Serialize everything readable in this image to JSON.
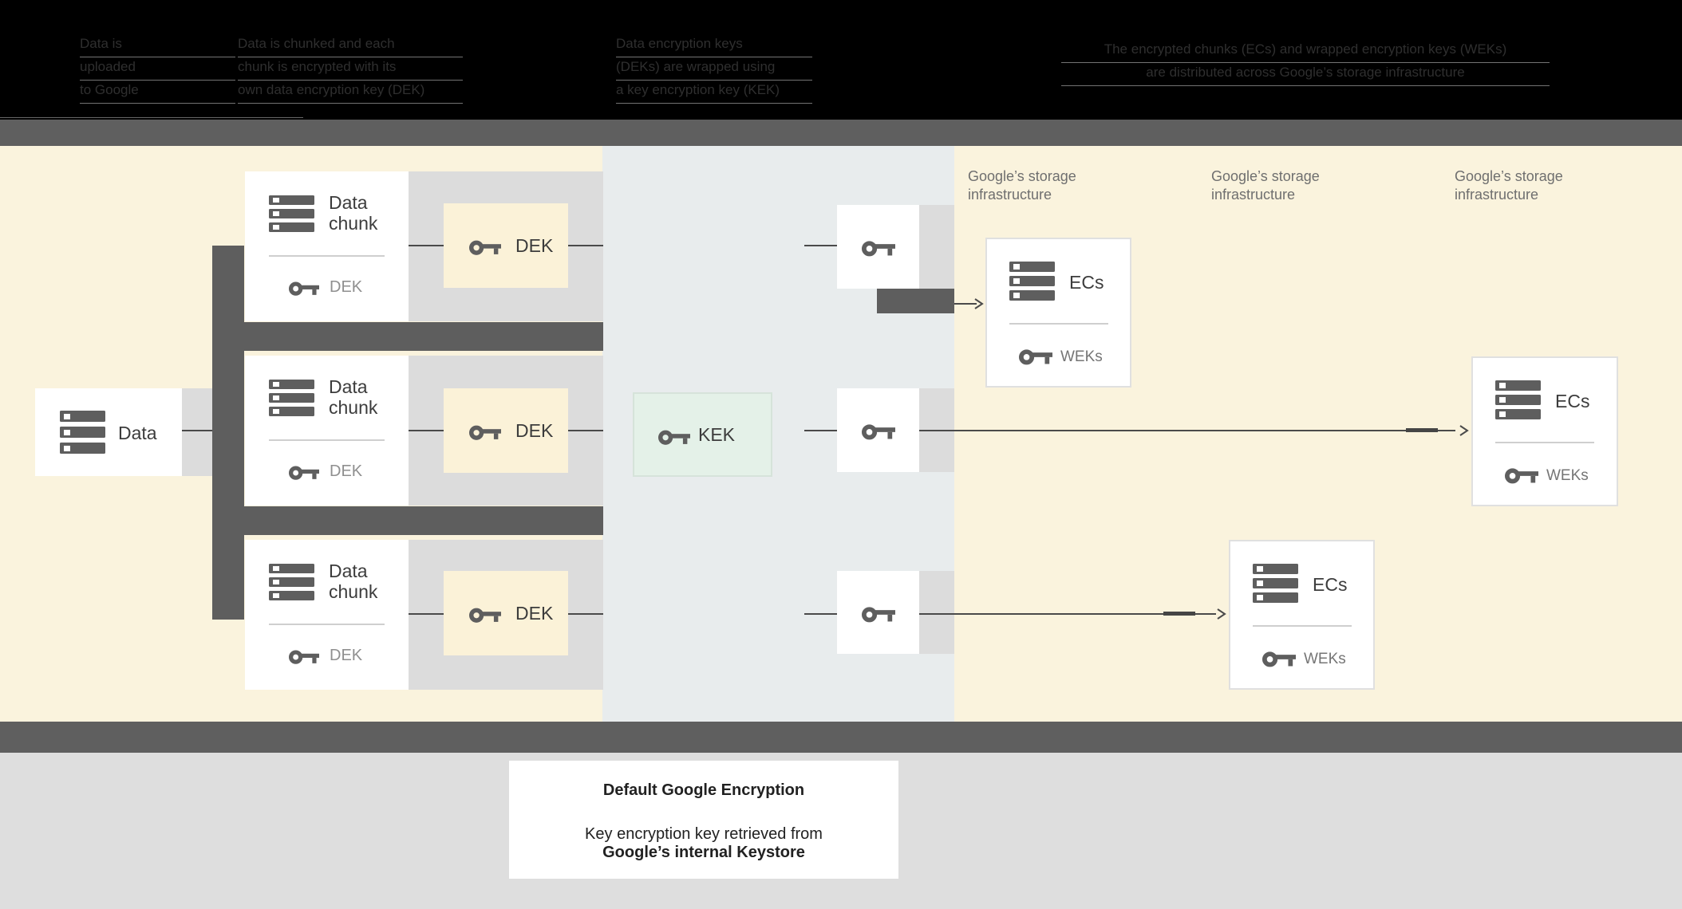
{
  "header": {
    "steps": [
      {
        "lines": [
          "Data is",
          "uploaded",
          "to Google"
        ]
      },
      {
        "lines": [
          "Data is chunked and each",
          "chunk is encrypted with its",
          "own data encryption key (DEK)"
        ]
      },
      {
        "lines": [
          "Data encryption keys",
          "(DEKs) are wrapped using",
          "a key encryption key (KEK)"
        ]
      },
      {
        "lines": [
          "The encrypted chunks (ECs) and wrapped encryption keys (WEKs)",
          "are distributed across Google’s storage infrastructure"
        ]
      }
    ]
  },
  "diagram": {
    "data_box_label": "Data",
    "chunk": {
      "title_line1": "Data",
      "title_line2": "chunk",
      "key_label": "DEK"
    },
    "dek_label": "DEK",
    "kek_label": "KEK",
    "storage_label_line1": "Google’s storage",
    "storage_label_line2": "infrastructure",
    "ecs": {
      "label": "ECs",
      "key_label": "WEKs"
    }
  },
  "caption": {
    "title": "Default Google Encryption",
    "line1": "Key encryption key retrieved from",
    "line2": "Google’s internal Keystore"
  },
  "colors": {
    "cream_background": "#faf3dd",
    "kek_zone_band": "#e8eced",
    "row_band_gray": "#dcdcdc",
    "dark_gray_bars": "#5e5e5e",
    "dek_box_fill": "#fbf2d8",
    "kek_box_fill": "#e4f1e8",
    "icon_gray": "#5e5e5e",
    "connector": "#4a4a4a",
    "footer_gray": "#dedede"
  }
}
